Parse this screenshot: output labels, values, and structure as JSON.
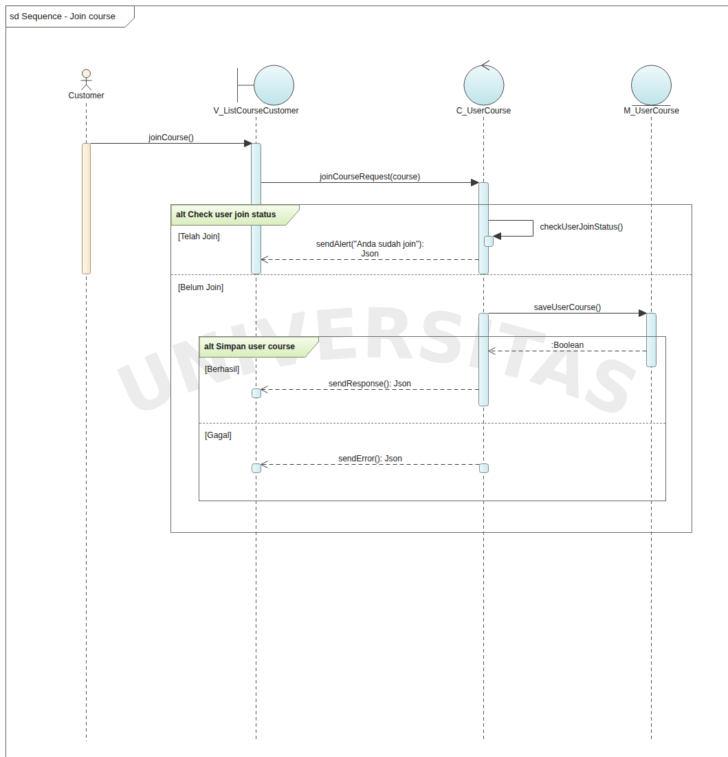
{
  "diagram": {
    "title": "sd Sequence - Join course",
    "nodes": [
      {
        "text": [
          "Customer"
        ]
      },
      {
        "text": [
          "V_ListCourseCustomer"
        ]
      },
      {
        "text": [
          "C_UserCourse"
        ]
      },
      {
        "text": [
          "M_UserCourse"
        ]
      },
      {
        "text": [
          "alt Check user join status",
          "[Telah Join]",
          "[Belum Join]"
        ]
      },
      {
        "text": [
          "alt Simpan user course",
          "[Berhasil]",
          "[Gagal]"
        ],
        "in": 4
      }
    ],
    "edges": [
      {
        "from": 0,
        "to": 1,
        "label": "joinCourse()",
        "arrow": "to"
      },
      {
        "from": 1,
        "to": 2,
        "label": "joinCourseRequest(course)",
        "arrow": "to"
      },
      {
        "from": 2,
        "to": 2,
        "label": "checkUserJoinStatus()",
        "arrow": "to"
      },
      {
        "from": 2,
        "to": 1,
        "label": "sendAlert(\"Anda sudah join\"): Json",
        "arrow": "to"
      },
      {
        "from": 2,
        "to": 3,
        "label": "saveUserCourse()",
        "arrow": "to"
      },
      {
        "from": 3,
        "to": 2,
        "label": ":Boolean",
        "arrow": "to"
      },
      {
        "from": 2,
        "to": 1,
        "label": "sendResponse(): Json",
        "arrow": "to"
      },
      {
        "from": 2,
        "to": 1,
        "label": "sendError(): Json",
        "arrow": "to"
      }
    ],
    "labels": [
      "UNIVERSITAS"
    ]
  }
}
